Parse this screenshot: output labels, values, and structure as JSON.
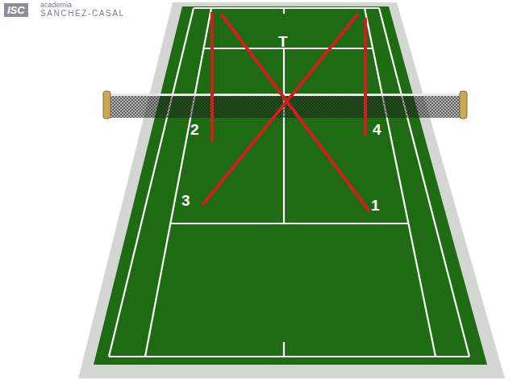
{
  "diagram": {
    "nodes": [
      {
        "text": [
          "ISC"
        ]
      }
    ],
    "labels": [
      "academia",
      "SANCHEZ-CASAL",
      "T",
      "2",
      "4",
      "3",
      "1"
    ]
  }
}
